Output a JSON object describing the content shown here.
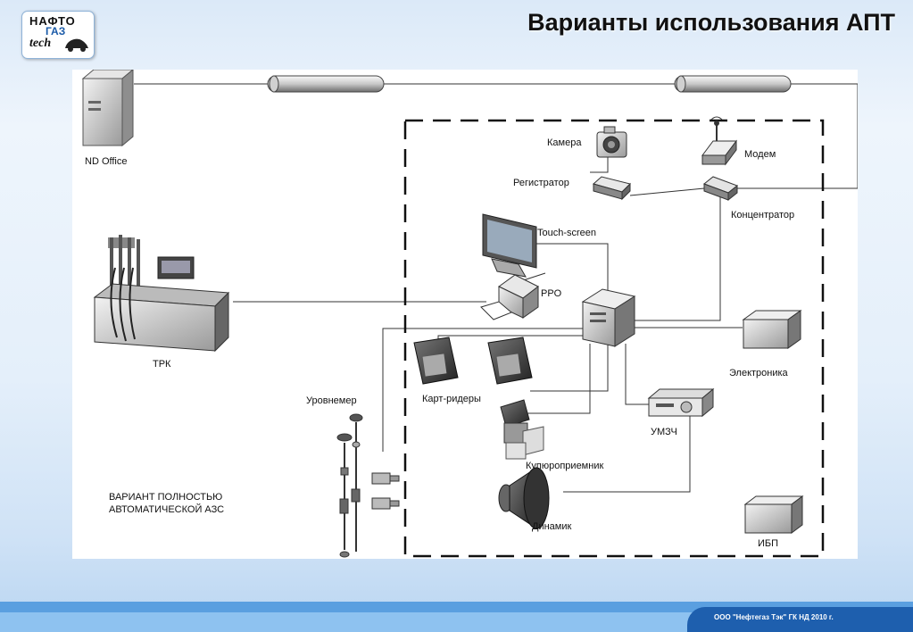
{
  "logo": {
    "line1": "НАФТО",
    "line2": "ГАЗ",
    "line3": "tech"
  },
  "header": {
    "title": "Варианты использования АПТ"
  },
  "diagram": {
    "nd_office": "ND Office",
    "camera": "Камера",
    "modem": "Модем",
    "registrator": "Регистратор",
    "concentrator": "Концентратор",
    "touch_screen": "Touch-screen",
    "ppo": "PPO",
    "trk": "ТРК",
    "electronics": "Электроника",
    "level_meter": "Уровнемер",
    "card_readers": "Карт-ридеры",
    "bill_acceptor": "Купюроприемник",
    "amplifier": "УМЗЧ",
    "speaker": "Динамик",
    "ups": "ИБП",
    "variant_line1": "ВАРИАНТ ПОЛНОСТЬЮ",
    "variant_line2": "АВТОМАТИЧЕСКОЙ АЗС"
  },
  "footer": {
    "text": "ООО \"Нефтегаз Тэк\" ГК НД 2010 г."
  }
}
